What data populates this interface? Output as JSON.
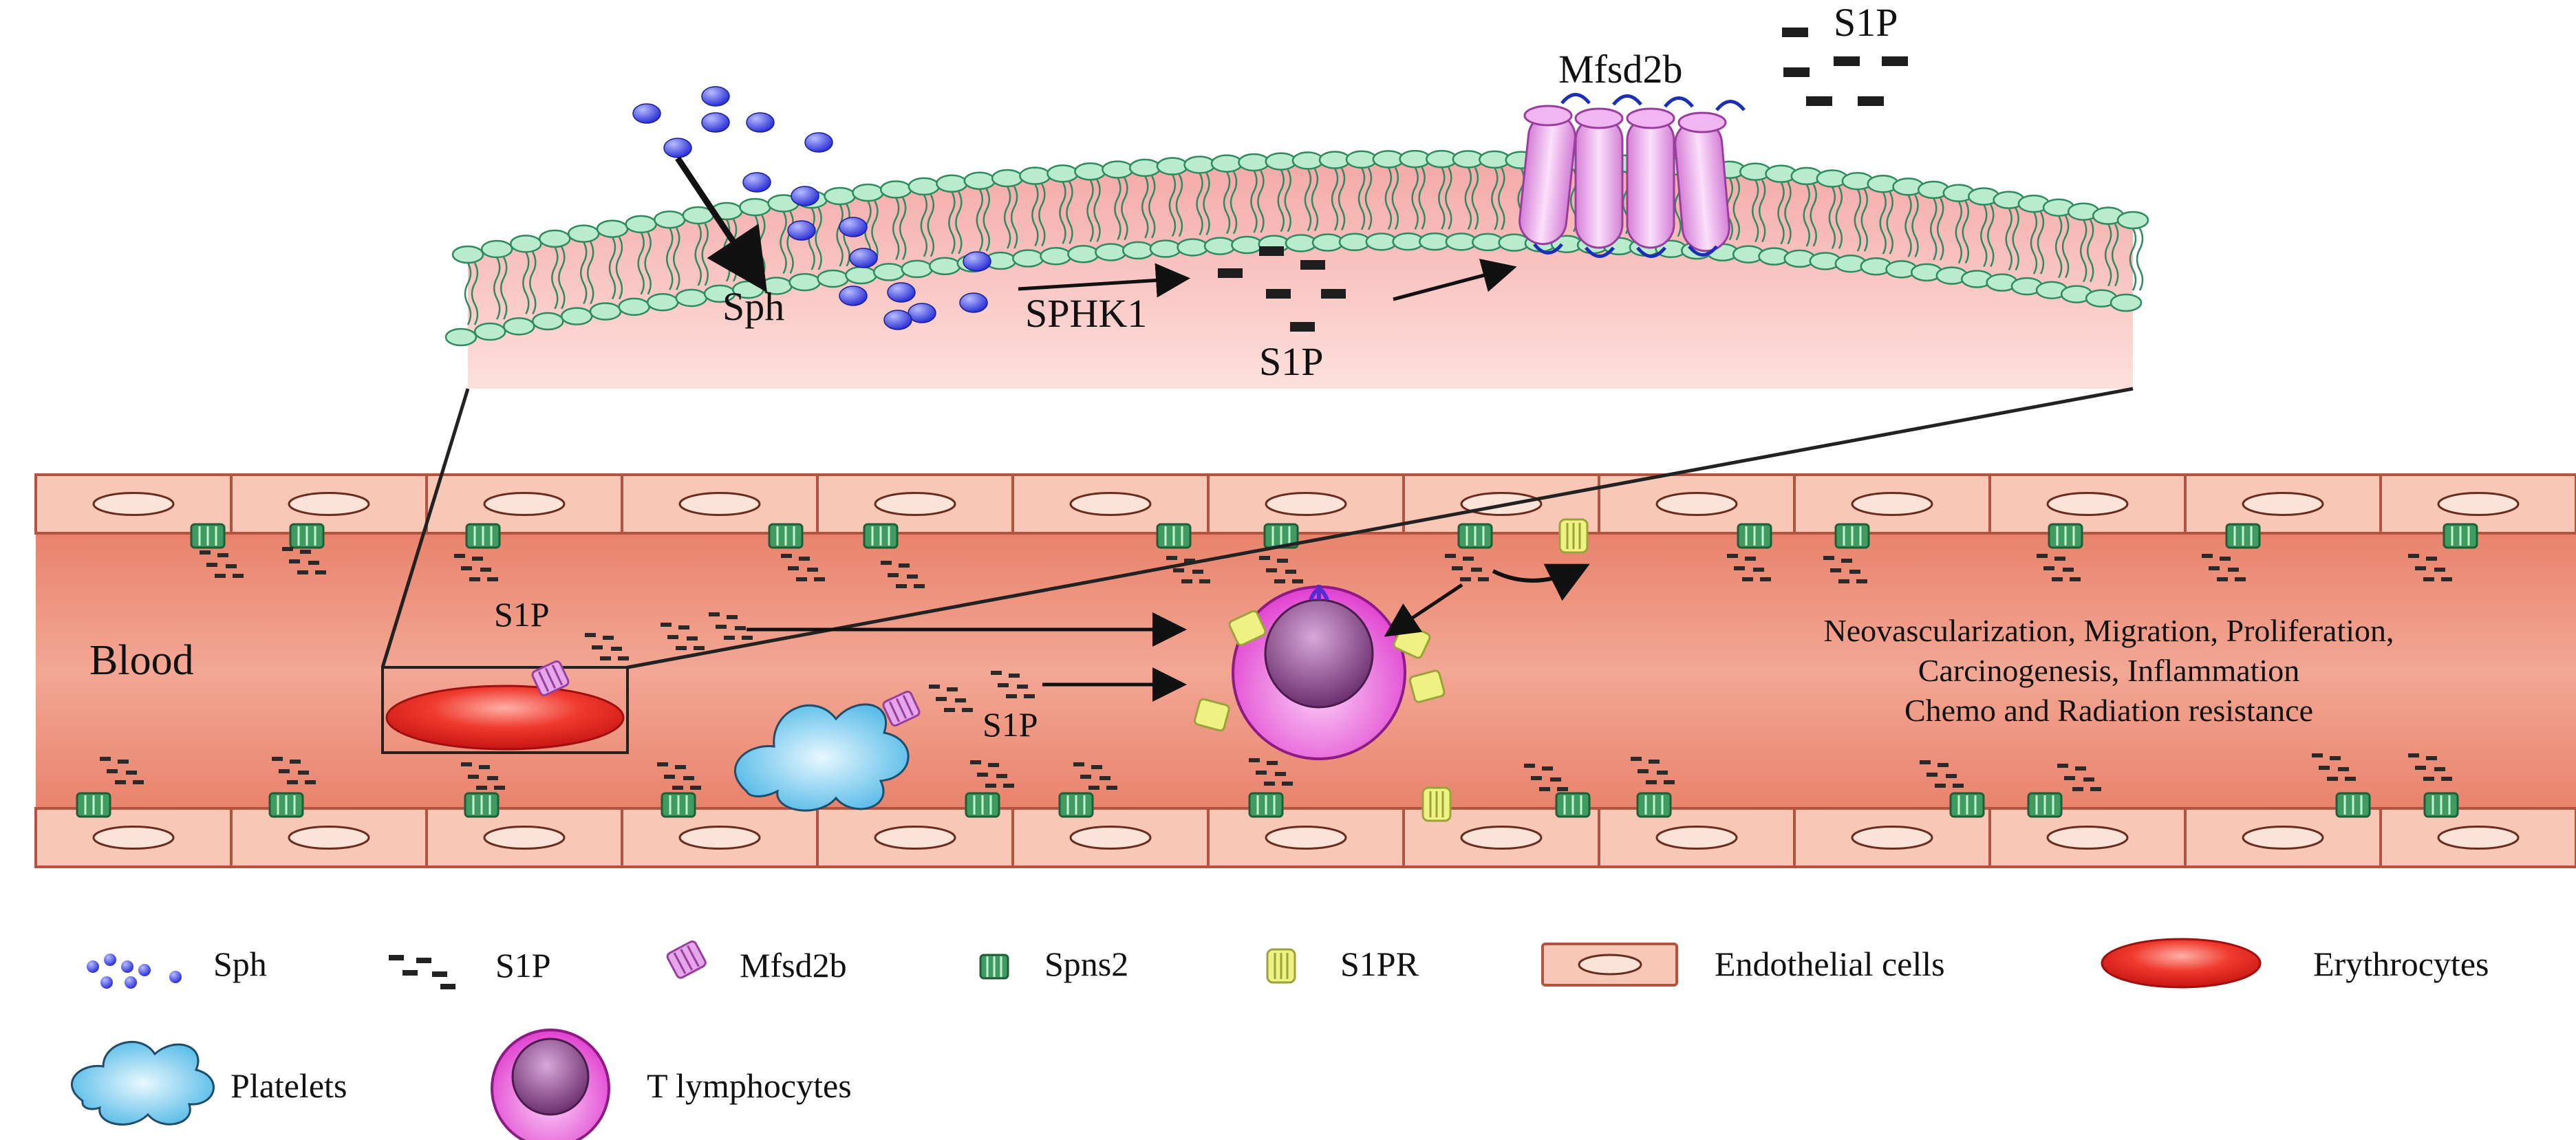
{
  "colors": {
    "membrane_fill": "#f7b7b3",
    "vessel_fill": "#ef9a85",
    "endothelial_fill": "#f9c7b5",
    "endothelial_stroke": "#b4533f",
    "sph_blue": "#3a3fe0",
    "s1p_black": "#222222",
    "mfsd2b_pink": "#e4a8e6",
    "spns2_green": "#3e9a61",
    "s1pr_yellow": "#e8ee7c",
    "erythrocyte_red": "#e41a1a",
    "platelet_blue": "#7fd0f0",
    "tcell_magenta": "#e64ed6",
    "lipid_head": "#b8eccd"
  },
  "membrane": {
    "sph_label": "Sph",
    "sphk1_label": "SPHK1",
    "s1p_inner_label": "S1P",
    "mfsd2b_label": "Mfsd2b",
    "s1p_outer_label": "S1P"
  },
  "vessel": {
    "blood_label": "Blood",
    "s1p_erythrocyte_label": "S1P",
    "s1p_platelet_label": "S1P",
    "outcomes": [
      "Neovascularization, Migration, Proliferation,",
      "Carcinogenesis, Inflammation",
      "Chemo and Radiation resistance"
    ]
  },
  "legend": {
    "items": [
      {
        "label": "Sph",
        "icon": "sph-dots-icon"
      },
      {
        "label": "S1P",
        "icon": "s1p-dash-icon"
      },
      {
        "label": "Mfsd2b",
        "icon": "mfsd2b-transporter-icon"
      },
      {
        "label": "Spns2",
        "icon": "spns2-transporter-icon"
      },
      {
        "label": "S1PR",
        "icon": "s1pr-receptor-icon"
      },
      {
        "label": "Endothelial cells",
        "icon": "endothelial-cell-icon"
      },
      {
        "label": "Erythrocytes",
        "icon": "erythrocyte-icon"
      },
      {
        "label": "Platelets",
        "icon": "platelet-icon"
      },
      {
        "label": "T lymphocytes",
        "icon": "t-lymphocyte-icon"
      }
    ]
  }
}
